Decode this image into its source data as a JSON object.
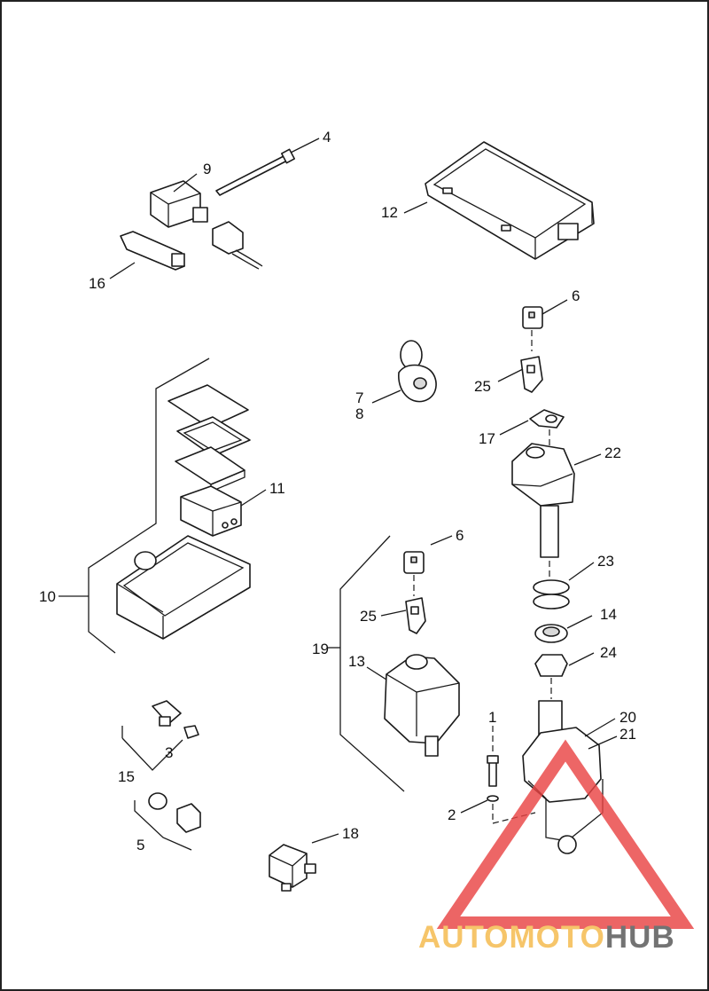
{
  "diagram": {
    "callouts": {
      "c1": "1",
      "c2": "2",
      "c3": "3",
      "c4": "4",
      "c5": "5",
      "c6a": "6",
      "c6b": "6",
      "c7": "7",
      "c8": "8",
      "c9": "9",
      "c10": "10",
      "c11": "11",
      "c12": "12",
      "c13": "13",
      "c14": "14",
      "c15": "15",
      "c16": "16",
      "c17": "17",
      "c18": "18",
      "c19": "19",
      "c20": "20",
      "c21": "21",
      "c22": "22",
      "c23": "23",
      "c24": "24",
      "c25a": "25",
      "c25b": "25"
    }
  },
  "watermark": {
    "word_a": "AUTO",
    "word_b": "MOTO",
    "word_c": "HUB",
    "color_a": "#f5b94a",
    "color_b": "#f5b94a",
    "color_c": "#555555",
    "triangle_color": "#e94444"
  }
}
